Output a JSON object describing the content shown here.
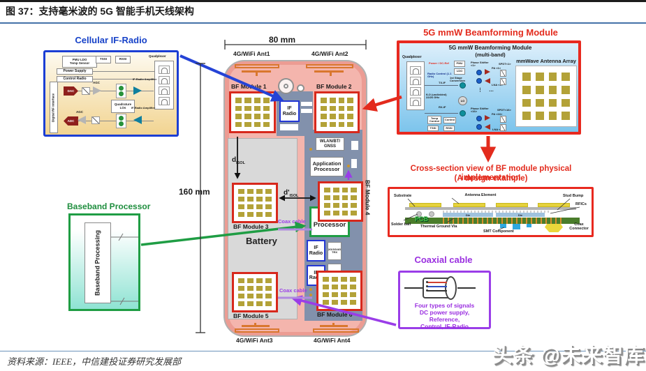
{
  "header": {
    "title": "图 37：支持毫米波的 5G 智能手机天线架构"
  },
  "cellular": {
    "title": "Cellular IF-Radio",
    "pmu_line1": "PMU LDO",
    "pmu_line2": "Temp Sensor",
    "tssi": "TSSI",
    "rssi": "RSSI",
    "quadplexer": "Quadplexer",
    "power_supply": "Power Supply",
    "control_radio": "Control Radio",
    "digital_rf": "Digital RF Interface",
    "dac": "DAC",
    "adc": "ADC",
    "agc": "AGC",
    "quadrature_los": "Quadrature LOs",
    "if_amplifier": "IF-Radio Amplifier"
  },
  "phone": {
    "width_label": "80 mm",
    "height_label": "160 mm",
    "ant1": "4G/WiFi Ant1",
    "ant2": "4G/WiFi Ant2",
    "ant3": "4G/WiFi Ant3",
    "ant4": "4G/WiFi Ant4",
    "bf_module_1": "BF Module 1",
    "bf_module_2": "BF Module 2",
    "bf_module_3": "BF Module 3",
    "bf_module_4": "BF Module 4",
    "bf_module_5": "BF Module 5",
    "bf_module_6": "BF Module 6",
    "if_radio": "IF Radio",
    "wlan_line1": "WLAN/BT/",
    "wlan_line2": "GNSS",
    "application_processor": "Application Processor",
    "bf_processor": "BF Processor",
    "battery": "Battery",
    "trx": "2G/3G/4G TRX",
    "d_isol_base": "d",
    "d_isol_sub": "ISOL",
    "d_isol2_base": "d'",
    "d_isol2_sub": "ISOL",
    "coax_label": "Coax cable"
  },
  "beamforming": {
    "title": "5G mmW Beamforming Module",
    "inner_title": "5G mmW Beamforming Module",
    "inner_subtitle": "(multi-band)",
    "quadplexer": "Quadplexer",
    "power_ref": "Power / DC-Ref",
    "pmu": "PMU",
    "ldo": "LDO",
    "radio_control": "Radio Control (1.1 GHz)",
    "stage_conversion": "1st Stage Conversion",
    "tx_if": "TX-IF",
    "rx_if": "RX-IF",
    "lo": "LO",
    "lo_text": "fLO (undivided) 22/26 GHz",
    "temp_control": "Temp Control",
    "control": "Control",
    "tssi": "TSSI",
    "rssi": "RSSI",
    "phase_shifter_1": "Phase Shifter <1>",
    "phase_shifter_16": "Phase Shifter <16>",
    "pa_1": "PA <1>",
    "lna_1": "LNA <1>",
    "pa_16": "PA <16>",
    "lna_16": "LNA <16>",
    "spdt_1": "SPDT<1>",
    "spdt_16": "SPDT<16>",
    "antenna_array": "mmWave Antenna Array",
    "dots_v": "⋮",
    "dots_h": "…"
  },
  "cross_section": {
    "title": "Cross-section view of BF module physical implementation",
    "subtitle": "(A design example)",
    "substrate": "Substrate",
    "antenna_element": "Antenna Element",
    "stud_bump": "Stud Bump",
    "rfics": "RFICs",
    "die": "Die",
    "pcb": "PCB",
    "solder_ball": "Solder ball",
    "thermal_ground_via": "Thermal Ground Via",
    "smt_component": "SMT Component",
    "coax_connector_line1": "Coax",
    "coax_connector_line2": "Connector"
  },
  "coaxial": {
    "title": "Coaxial cable",
    "line1": "Four types of signals",
    "line2": "DC power supply,",
    "line3": "Reference,",
    "line4": "Control, IF-Radio"
  },
  "baseband": {
    "title": "Baseband Processor",
    "inner": "Baseband Processing"
  },
  "footer": {
    "source": "资料来源：IEEE，中信建投证券研究发展部"
  },
  "watermark": {
    "text": "头条 @未来智库"
  },
  "colors": {
    "accent_red": "#e32b1d",
    "accent_blue": "#2543d6",
    "accent_green": "#1f9d44",
    "accent_purple": "#9a3de8",
    "module_gold": "#b3a238",
    "pcb_slate": "#8291ac",
    "phone_pink": "#ec9c93",
    "rule_blue": "#4472a8"
  }
}
